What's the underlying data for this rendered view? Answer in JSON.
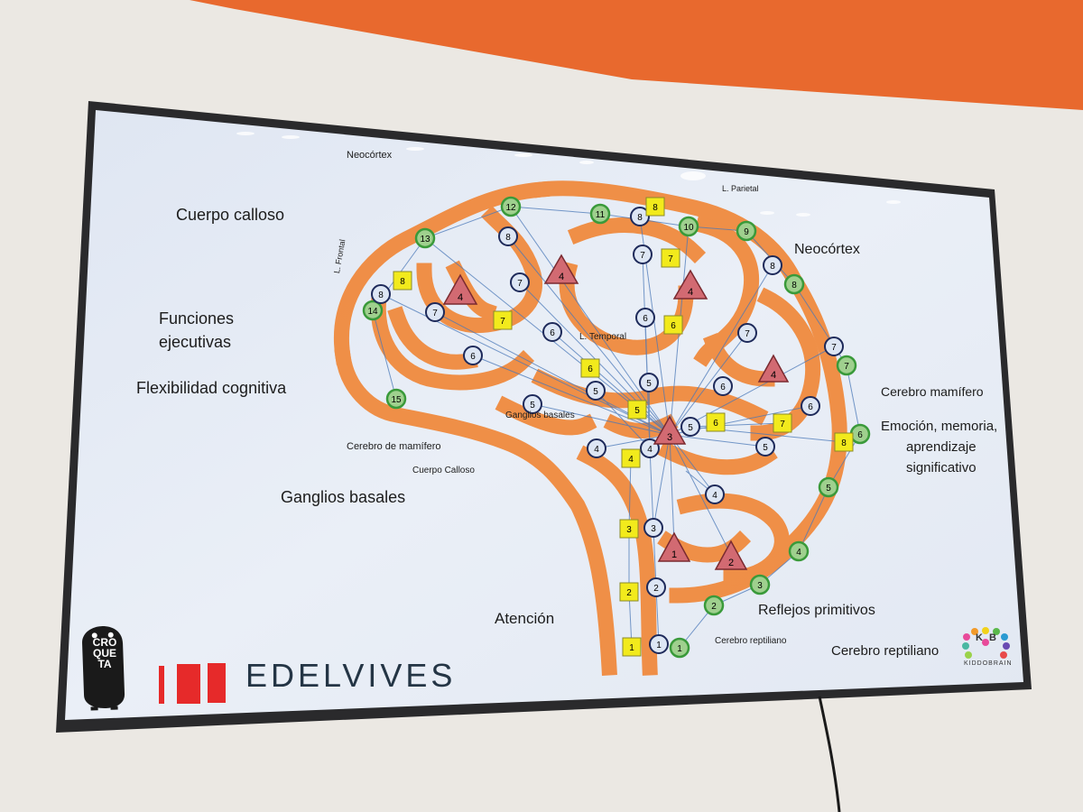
{
  "labels": {
    "neocortex_top": "Neocórtex",
    "l_parietal": "L. Parietal",
    "cuerpo_calloso_big": "Cuerpo calloso",
    "neocortex_right": "Neocórtex",
    "l_frontal": "L. Frontal",
    "funciones_ejecutivas_1": "Funciones",
    "funciones_ejecutivas_2": "ejecutivas",
    "l_temporal": "L. Temporal",
    "flexibilidad_cognitiva": "Flexibilidad cognitiva",
    "cerebro_mamifero_right": "Cerebro mamífero",
    "emocion_1": "Emoción, memoria,",
    "emocion_2": "aprendizaje",
    "emocion_3": "significativo",
    "ganglios_basales_small": "Ganglios basales",
    "cerebro_de_mamifero": "Cerebro de mamífero",
    "cuerpo_calloso_small": "Cuerpo Calloso",
    "ganglios_basales_big": "Ganglios basales",
    "atencion": "Atención",
    "reflejos_primitivos": "Reflejos primitivos",
    "cerebro_reptiliano_small": "Cerebro reptiliano",
    "cerebro_reptiliano_big": "Cerebro reptiliano"
  },
  "logos": {
    "croqueta": [
      "CRO",
      "QUE",
      "TA"
    ],
    "edelvives": "EDELVIVES",
    "kiddobrain_letters": [
      "K",
      "B"
    ],
    "kiddobrain_caption": "KIDDOBRAIN"
  },
  "colors": {
    "brain_path": "#f0883a",
    "green_node": "#9fd08e",
    "green_ring": "#3a9a3a",
    "blue_node": "#dde6f4",
    "blue_ring": "#1e2a5a",
    "yellow_node": "#f2ea1c",
    "red_triangle": "#d26a72",
    "screen": "#e6ecf6",
    "wall_orange": "#e8692e"
  },
  "nodes": {
    "green": [
      "12",
      "11",
      "10",
      "9",
      "13",
      "8",
      "14",
      "7",
      "15",
      "6",
      "5",
      "4",
      "3",
      "2",
      "1"
    ],
    "blue": [
      "8",
      "8",
      "7",
      "8",
      "7",
      "7",
      "6",
      "6",
      "6",
      "7",
      "6",
      "5",
      "5",
      "6",
      "5",
      "4",
      "4",
      "5",
      "4",
      "3",
      "2",
      "1"
    ],
    "yellow": [
      "8",
      "8",
      "7",
      "7",
      "6",
      "6",
      "5",
      "6",
      "7",
      "8",
      "4",
      "3",
      "2",
      "1"
    ],
    "triangles": [
      "4",
      "4",
      "4",
      "4",
      "3",
      "1",
      "2"
    ]
  }
}
